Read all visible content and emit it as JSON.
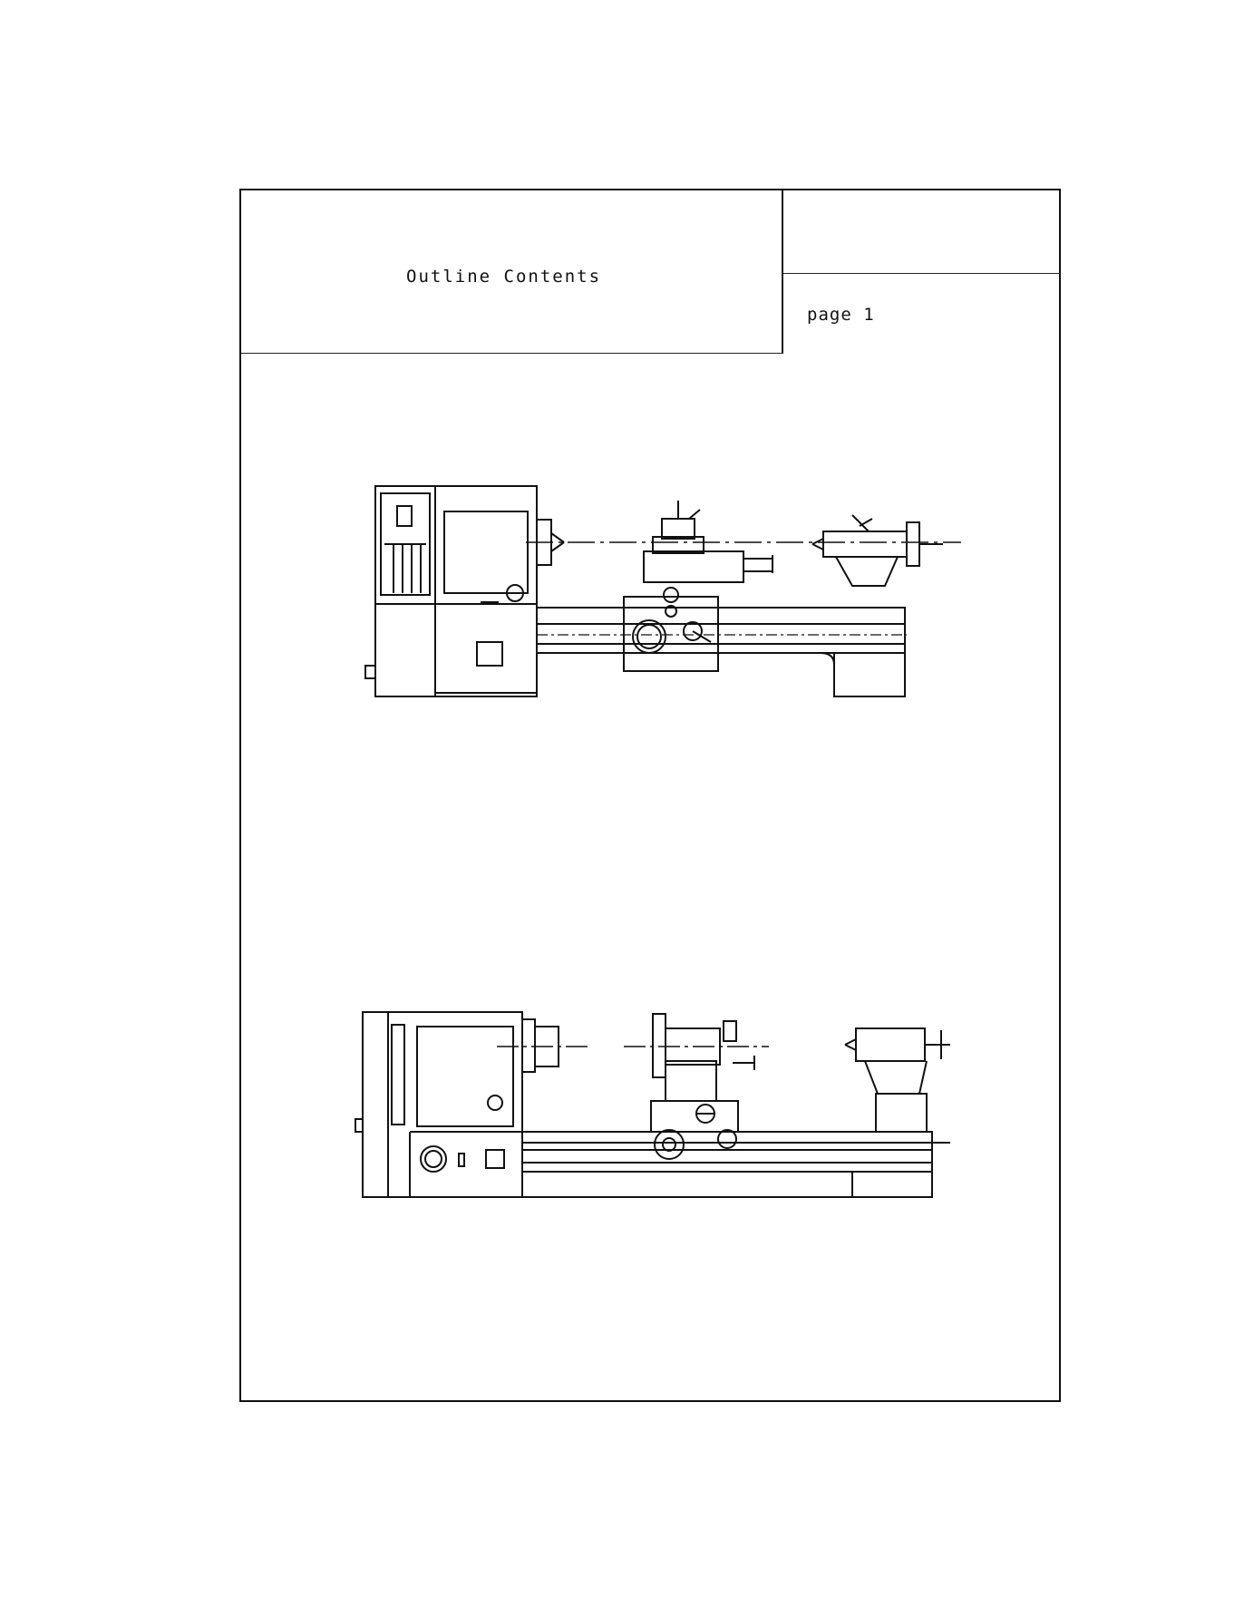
{
  "header": {
    "title": "Outline Contents",
    "page_label": "page  1"
  },
  "figures": {
    "top_drawing": "lathe-front-view",
    "bottom_drawing": "lathe-rear-view"
  }
}
